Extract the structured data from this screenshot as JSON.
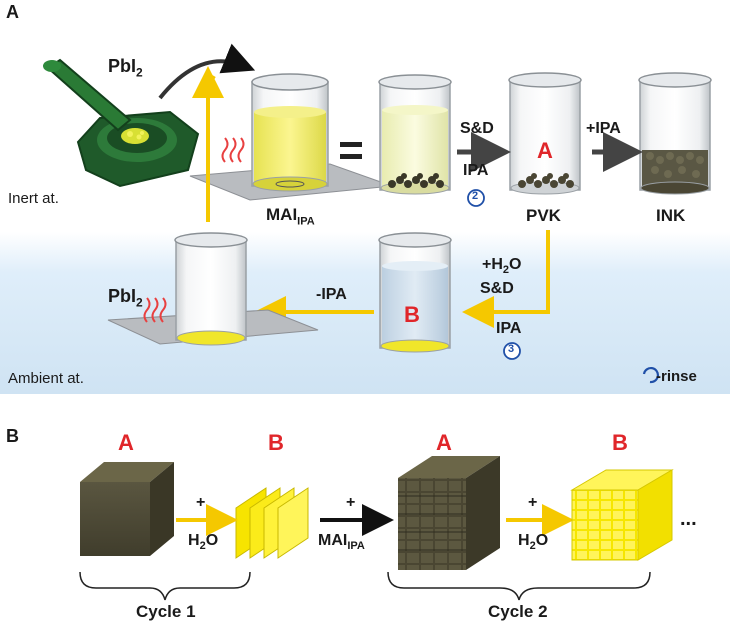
{
  "panel_a": {
    "label": "A",
    "pbi2_top": "PbI",
    "pbi2_top_sub": "2",
    "inert_label": "Inert at.",
    "mai_label": "MAI",
    "mai_sub": "IPA",
    "equals": "=",
    "sd_label": "S&D",
    "ipa_label": "IPA",
    "circle_2": "2",
    "plus_ipa": "+IPA",
    "state_a": "A",
    "pvk_label": "PVK",
    "ink_label": "INK",
    "plus_h2o": "+H",
    "plus_h2o_sub": "2",
    "plus_h2o_tail": "O",
    "sd_label_2": "S&D",
    "ipa_label_2": "IPA",
    "circle_3": "3",
    "minus_ipa": "-IPA",
    "state_b": "B",
    "pbi2_bottom": "PbI",
    "pbi2_bottom_sub": "2",
    "ambient_label": "Ambient at.",
    "rinse_label": "-rinse"
  },
  "panel_b": {
    "label": "B",
    "top_a1": "A",
    "top_b1": "B",
    "top_a2": "A",
    "top_b2": "B",
    "plus1": "+",
    "plus2": "+",
    "plus3": "+",
    "h2o_1": "H",
    "h2o_1_sub": "2",
    "h2o_1_tail": "O",
    "mai": "MAI",
    "mai_sub": "IPA",
    "h2o_2": "H",
    "h2o_2_sub": "2",
    "h2o_2_tail": "O",
    "ellipsis": "...",
    "cycle1": "Cycle 1",
    "cycle2": "Cycle 2"
  },
  "colors": {
    "red": "#e0262a",
    "yellow_arrow": "#f5c800",
    "dark_arrow": "#444444",
    "ambient_blue": "#d6e8f5"
  }
}
